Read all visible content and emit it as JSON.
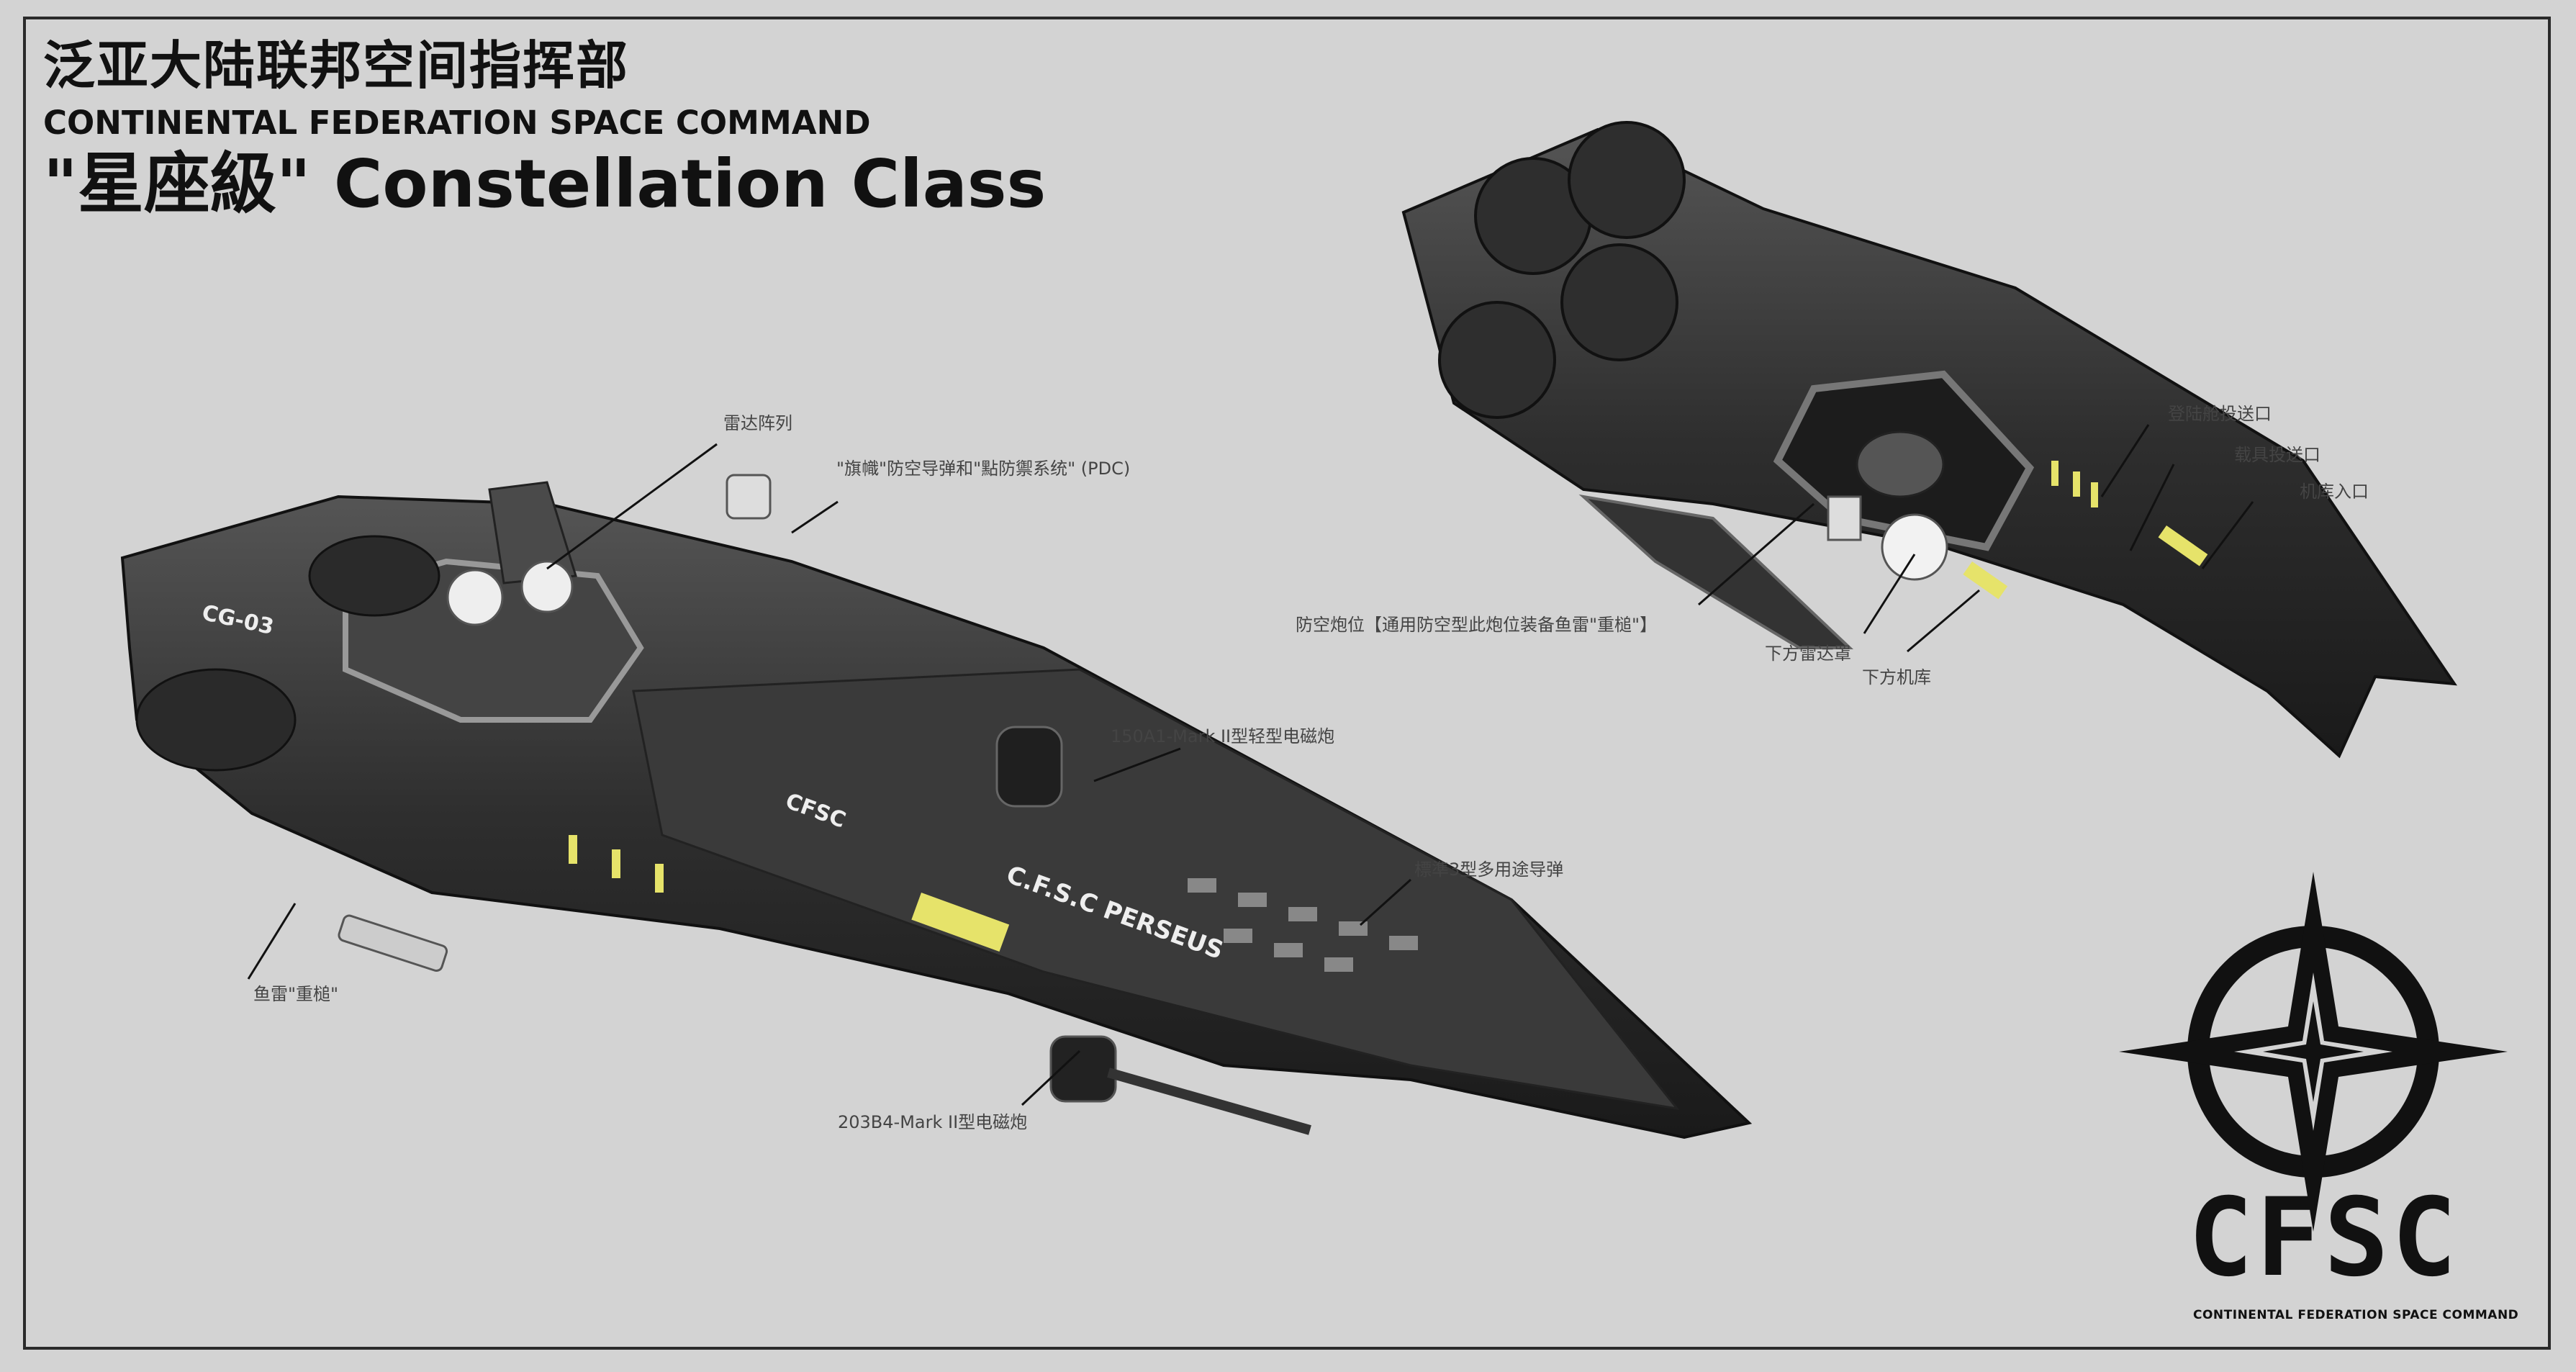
{
  "header": {
    "title_cn": "泛亚大陆联邦空间指挥部",
    "title_en": "CONTINENTAL FEDERATION SPACE COMMAND",
    "class_title": "\"星座級\" Constellation Class"
  },
  "ship_upper": {
    "hull_code": "CG-03",
    "hull_name": "C.F.S.C PERSEUS",
    "hull_logo": "CFSC",
    "labels": {
      "radar": "雷达阵列",
      "pdc": "\"旗幟\"防空导弹和\"點防禦系统\" (PDC)",
      "light_gun": "150A1-Mark II型轻型电磁炮",
      "missile": "標準3型多用途导弹",
      "torpedo": "鱼雷\"重槌\"",
      "main_gun": "203B4-Mark II型电磁炮"
    }
  },
  "ship_lower": {
    "labels": {
      "aa_mount": "防空炮位【通用防空型此炮位装备鱼雷\"重槌\"】",
      "lower_radome": "下方雷达罩",
      "lower_hangar": "下方机库",
      "lander_port": "登陆舱投送口",
      "vehicle_port": "载具投送口",
      "hangar_entrance": "机库入口"
    }
  },
  "emblem": {
    "name": "CFSC",
    "subtitle": "CONTINENTAL FEDERATION SPACE COMMAND"
  },
  "colors": {
    "background": "#d3d3d3",
    "hull": "#2b2b2b",
    "light": "#e6e36a"
  }
}
